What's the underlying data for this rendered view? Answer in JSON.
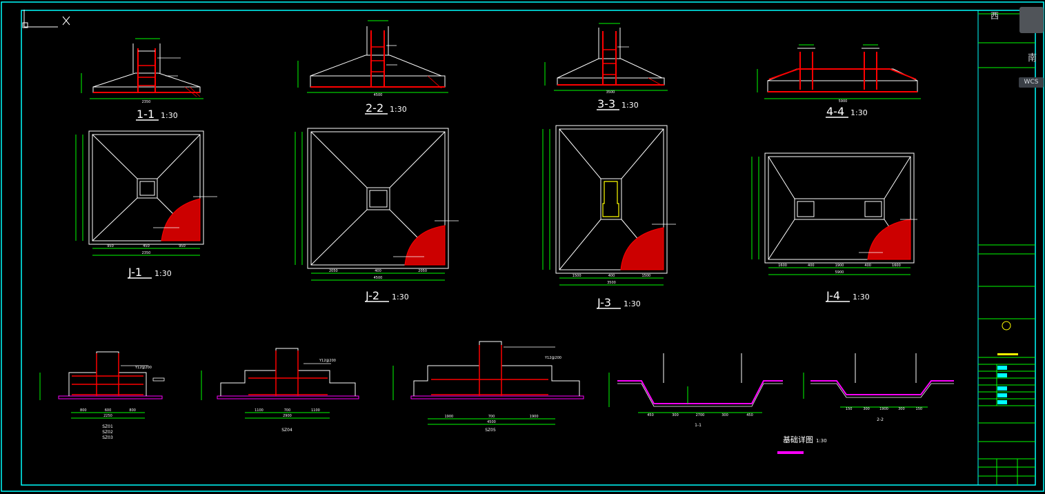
{
  "drawing": {
    "colors": {
      "frame": "#00ffff",
      "struct": "#ffffff",
      "rebar": "#ff0000",
      "dim": "#00ff00",
      "magenta": "#ff00ff",
      "yellow": "#ffff00",
      "bg": "#000000"
    },
    "sections_top": [
      {
        "name": "1-1",
        "scale": "1:30",
        "width_dim": "2350"
      },
      {
        "name": "2-2",
        "scale": "1:30",
        "width_dim": "4500"
      },
      {
        "name": "3-3",
        "scale": "1:30",
        "width_dim": "3500"
      },
      {
        "name": "4-4",
        "scale": "1:30",
        "width_dim": "5900"
      }
    ],
    "plans": [
      {
        "name": "J-1",
        "scale": "1:30",
        "dims": [
          "950",
          "450",
          "950"
        ],
        "total": "2350"
      },
      {
        "name": "J-2",
        "scale": "1:30",
        "dims": [
          "2050",
          "400",
          "2050"
        ],
        "total": "4500"
      },
      {
        "name": "J-3",
        "scale": "1:30",
        "dims": [
          "1500",
          "400",
          "1500"
        ],
        "total": "3500"
      },
      {
        "name": "J-4",
        "scale": "1:30",
        "dims": [
          "1600",
          "400",
          "1900",
          "400",
          "1600"
        ],
        "total": "5900"
      }
    ],
    "details": [
      {
        "names": [
          "SZ01",
          "SZ02",
          "SZ03"
        ],
        "dims": [
          "800",
          "600",
          "800"
        ],
        "total": "2250",
        "rebar_note": "Y12@200"
      },
      {
        "names": [
          "SZ04"
        ],
        "dims": [
          "1100",
          "700",
          "1100"
        ],
        "total": "2900",
        "rebar_note": "Y12@200"
      },
      {
        "names": [
          "SZ05"
        ],
        "dims": [
          "1900",
          "700",
          "1900"
        ],
        "total": "4500",
        "rebar_note": "Y12@200"
      }
    ],
    "trench_sections": [
      {
        "name": "1-1",
        "dims": [
          "450",
          "300",
          "2700",
          "300",
          "450"
        ]
      },
      {
        "name": "2-2",
        "dims": [
          "150",
          "300",
          "1900",
          "300",
          "150"
        ]
      }
    ],
    "title": "基础详图",
    "title_scale": "1:30"
  },
  "viewcube": {
    "north": "西",
    "south": "南",
    "wcs": "WCS"
  }
}
